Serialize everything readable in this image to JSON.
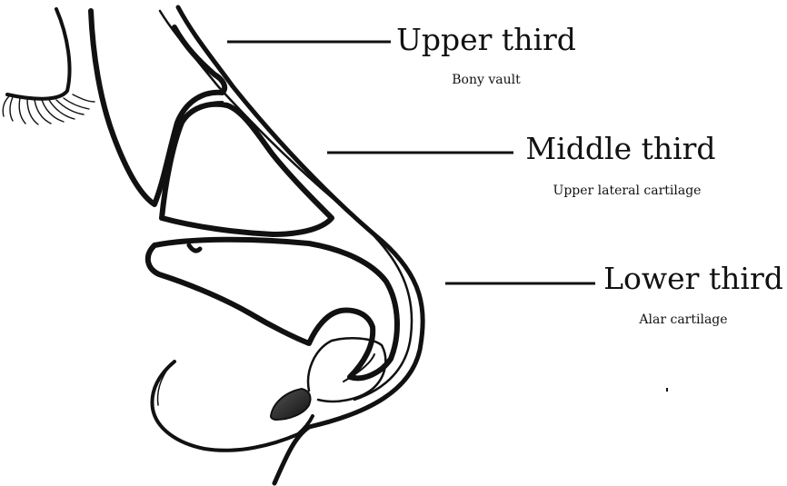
{
  "labels": {
    "upper": {
      "title": "Upper third",
      "subtitle": "Bony vault"
    },
    "middle": {
      "title": "Middle third",
      "subtitle": "Upper lateral cartilage"
    },
    "lower": {
      "title": "Lower third",
      "subtitle": "Alar cartilage"
    }
  },
  "colors": {
    "line": "#111111",
    "background": "#ffffff",
    "nostril": "#333333"
  }
}
